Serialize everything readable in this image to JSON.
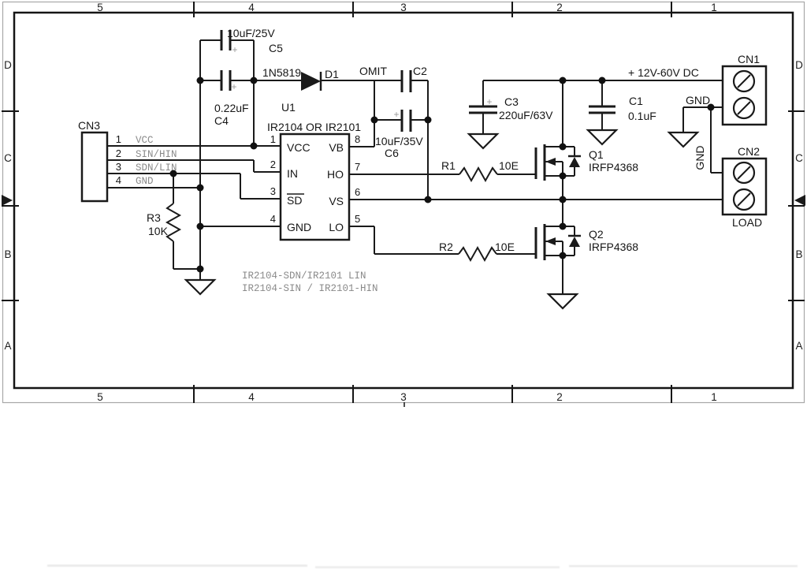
{
  "colors": {
    "ink": "#1a1a1a",
    "muted_text": "#8a8a8a"
  },
  "frame": {
    "cols": [
      "5",
      "4",
      "3",
      "2",
      "1"
    ],
    "rows": [
      "D",
      "C",
      "B",
      "A"
    ]
  },
  "cn3": {
    "ref": "CN3",
    "pins": [
      {
        "num": "1",
        "net": "VCC"
      },
      {
        "num": "2",
        "net": "SIN/HIN"
      },
      {
        "num": "3",
        "net": "SDN/LIN"
      },
      {
        "num": "4",
        "net": "GND"
      }
    ]
  },
  "c5": {
    "ref": "C5",
    "value": "10uF/25V",
    "plus": "+"
  },
  "c4": {
    "ref": "C4",
    "value": "0.22uF",
    "plus": "+"
  },
  "c2": {
    "ref": "C2",
    "note": "OMIT"
  },
  "c6": {
    "ref": "C6",
    "value": "10uF/35V",
    "plus": "+"
  },
  "c3": {
    "ref": "C3",
    "value": "220uF/63V",
    "plus": "+"
  },
  "c1": {
    "ref": "C1",
    "value": "0.1uF"
  },
  "d1": {
    "ref": "D1",
    "value": "1N5819"
  },
  "u1": {
    "ref": "U1",
    "value": "IR2104 OR IR2101",
    "pins_left": [
      {
        "num": "1",
        "name": "VCC"
      },
      {
        "num": "2",
        "name": "IN"
      },
      {
        "num": "3",
        "name": "SD"
      },
      {
        "num": "4",
        "name": "GND"
      }
    ],
    "pins_right": [
      {
        "num": "8",
        "name": "VB"
      },
      {
        "num": "7",
        "name": "HO"
      },
      {
        "num": "6",
        "name": "VS"
      },
      {
        "num": "5",
        "name": "LO"
      }
    ]
  },
  "r1": {
    "ref": "R1",
    "value": "10E"
  },
  "r2": {
    "ref": "R2",
    "value": "10E"
  },
  "r3": {
    "ref": "R3",
    "value": "10K"
  },
  "q1": {
    "ref": "Q1",
    "part": "IRFP4368"
  },
  "q2": {
    "ref": "Q2",
    "part": "IRFP4368"
  },
  "cn1": {
    "ref": "CN1"
  },
  "cn2": {
    "ref": "CN2",
    "label": "LOAD"
  },
  "nets": {
    "supply": "+ 12V-60V DC",
    "gnd": "GND",
    "gnd_vertical": "GND"
  },
  "notes": {
    "line1": "IR2104-SDN/IR2101 LIN",
    "line2": "IR2104-SIN / IR2101-HIN"
  }
}
